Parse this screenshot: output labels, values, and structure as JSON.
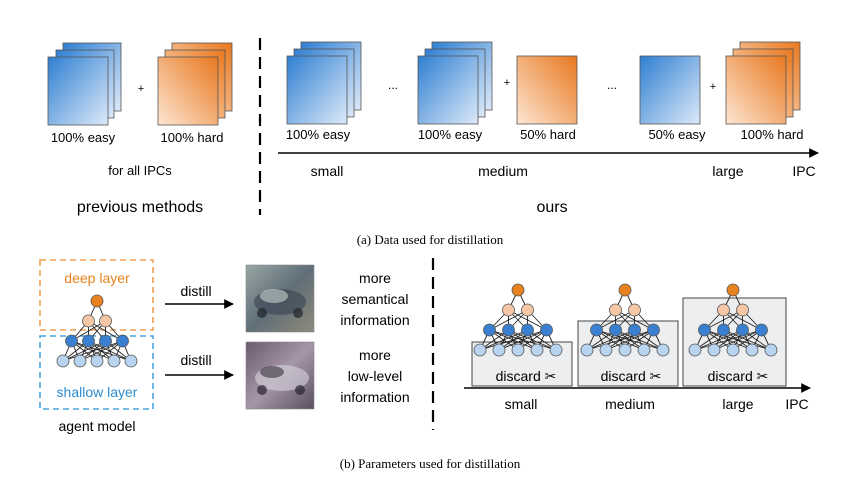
{
  "top": {
    "previous": {
      "easy_label": "100% easy",
      "plus": "+",
      "hard_label": "100% hard",
      "ipc_note": "for all IPCs",
      "title": "previous methods"
    },
    "ours": {
      "small": {
        "easy_label": "100% easy",
        "tick": "small"
      },
      "dots1": "...",
      "medium": {
        "easy_label": "100% easy",
        "plus": "+",
        "hard_label": "50% hard",
        "tick": "medium"
      },
      "dots2": "...",
      "large": {
        "easy_label": "50% easy",
        "plus": "+",
        "hard_label": "100% hard",
        "tick": "large"
      },
      "axis_label": "IPC",
      "title": "ours"
    },
    "caption": "(a) Data used for distillation"
  },
  "bottom": {
    "deep_label": "deep layer",
    "shallow_label": "shallow layer",
    "agent_label": "agent model",
    "distill_top": "distill",
    "distill_bottom": "distill",
    "info_top": [
      "more",
      "semantical",
      "information"
    ],
    "info_bottom": [
      "more",
      "low-level",
      "information"
    ],
    "discard": "discard",
    "scissors_glyph": "✂",
    "ticks": [
      "small",
      "medium",
      "large"
    ],
    "axis_label": "IPC",
    "caption": "(b) Parameters used for distillation"
  },
  "colors": {
    "easy_dark": "#2f7fd2",
    "easy_light": "#d8e8f8",
    "hard_dark": "#e8781f",
    "hard_light": "#fde4cf",
    "deep_box": "#f0a050",
    "shallow_box": "#4aa3dc",
    "node_orange": "#e8821f",
    "node_peach": "#f6c7a6",
    "node_blue": "#3a7fd0",
    "node_lightblue": "#b9d4f0"
  }
}
